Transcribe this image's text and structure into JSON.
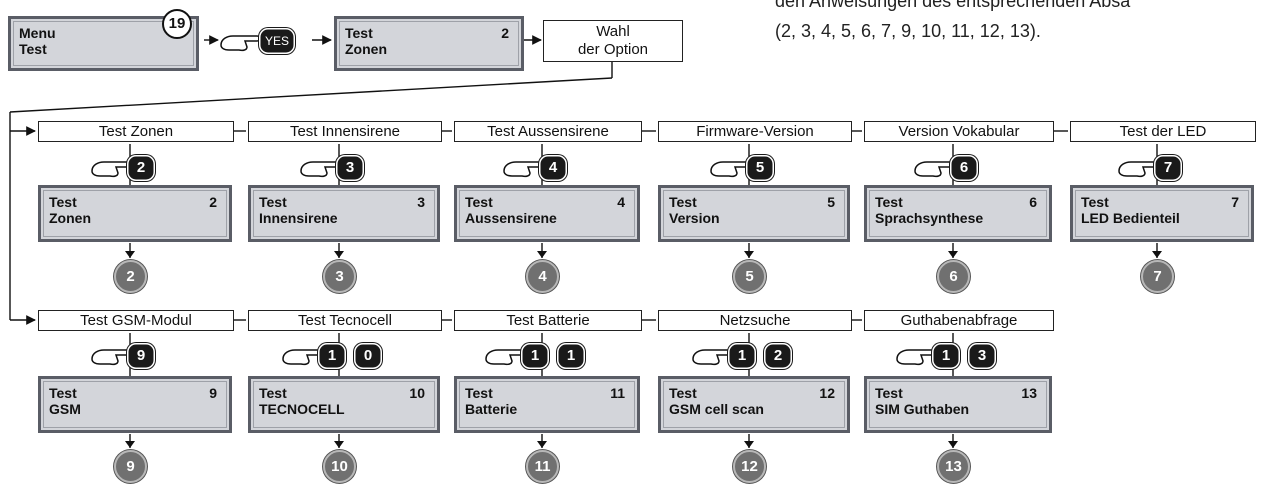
{
  "note": {
    "line1": "den Anweisungen des entsprechenden Absa",
    "line2": "(2, 3, 4, 5, 6, 7, 9, 10, 11, 12, 13)."
  },
  "top": {
    "menu_line1": "Menu",
    "menu_line2": "Test",
    "menu_badge": "19",
    "yes_key": "YES",
    "zonen_line1": "Test",
    "zonen_line2": "Zonen",
    "zonen_num": "2",
    "wahl_line1": "Wahl",
    "wahl_line2": "der Option"
  },
  "row1": [
    {
      "label": "Test Zonen",
      "keys": [
        "2"
      ],
      "lcd1": "Test",
      "lcd2": "Zonen",
      "num": "2",
      "circle": "2"
    },
    {
      "label": "Test Innensirene",
      "keys": [
        "3"
      ],
      "lcd1": "Test",
      "lcd2": "Innensirene",
      "num": "3",
      "circle": "3"
    },
    {
      "label": "Test Aussensirene",
      "keys": [
        "4"
      ],
      "lcd1": "Test",
      "lcd2": "Aussensirene",
      "num": "4",
      "circle": "4"
    },
    {
      "label": "Firmware-Version",
      "keys": [
        "5"
      ],
      "lcd1": "Test",
      "lcd2": "Version",
      "num": "5",
      "circle": "5"
    },
    {
      "label": "Version Vokabular",
      "keys": [
        "6"
      ],
      "lcd1": "Test",
      "lcd2": "Sprachsynthese",
      "num": "6",
      "circle": "6"
    },
    {
      "label": "Test der LED",
      "keys": [
        "7"
      ],
      "lcd1": "Test",
      "lcd2": "LED Bedienteil",
      "num": "7",
      "circle": "7"
    }
  ],
  "row2": [
    {
      "label": "Test GSM-Modul",
      "keys": [
        "9"
      ],
      "lcd1": "Test",
      "lcd2": "GSM",
      "num": "9",
      "circle": "9"
    },
    {
      "label": "Test Tecnocell",
      "keys": [
        "1",
        "0"
      ],
      "lcd1": "Test",
      "lcd2": "TECNOCELL",
      "num": "10",
      "circle": "10"
    },
    {
      "label": "Test Batterie",
      "keys": [
        "1",
        "1"
      ],
      "lcd1": "Test",
      "lcd2": "Batterie",
      "num": "11",
      "circle": "11"
    },
    {
      "label": "Netzsuche",
      "keys": [
        "1",
        "2"
      ],
      "lcd1": "Test",
      "lcd2": "GSM cell scan",
      "num": "12",
      "circle": "12"
    },
    {
      "label": "Guthabenabfrage",
      "keys": [
        "1",
        "3"
      ],
      "lcd1": "Test",
      "lcd2": "SIM Guthaben",
      "num": "13",
      "circle": "13"
    }
  ]
}
